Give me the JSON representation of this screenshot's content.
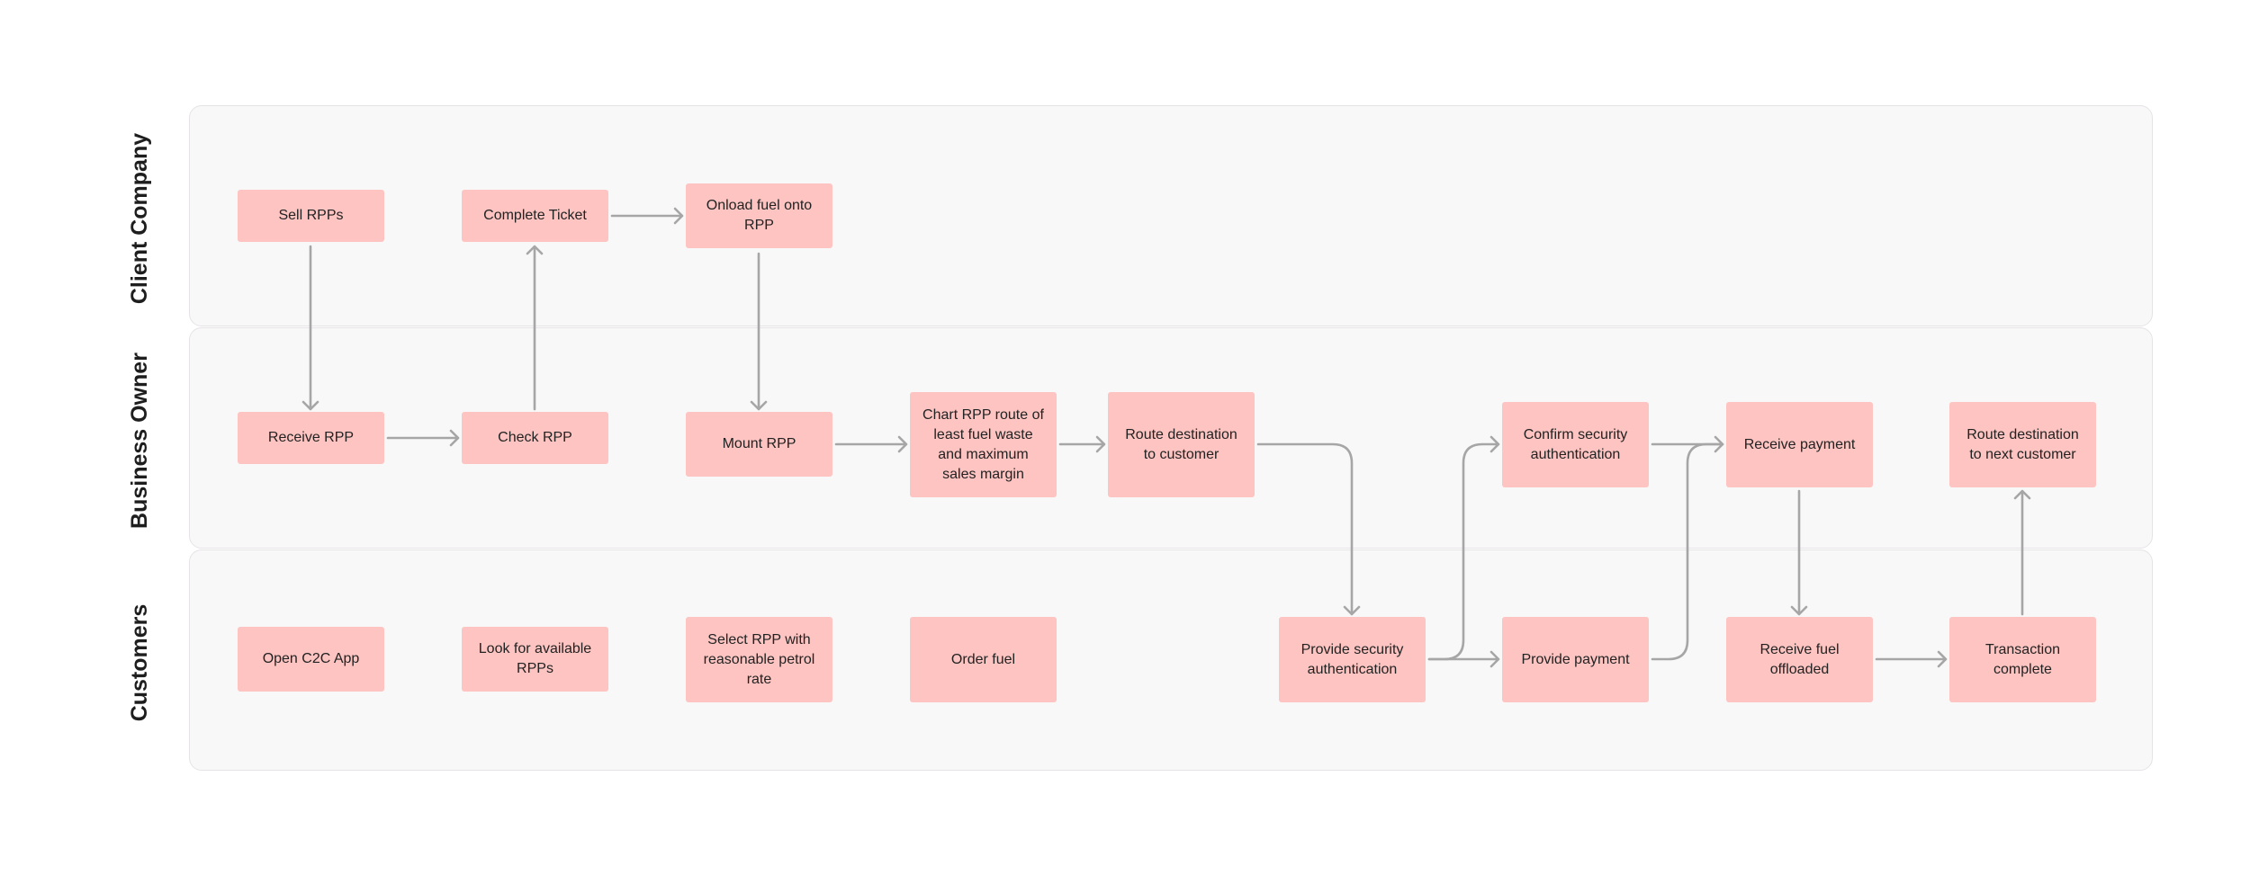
{
  "lanes": {
    "client_company": "Client Company",
    "business_owner": "Business Owner",
    "customers": "Customers"
  },
  "steps": {
    "sell_rpps": "Sell RPPs",
    "complete_ticket": "Complete Ticket",
    "onload_fuel": "Onload fuel onto RPP",
    "receive_rpp": "Receive RPP",
    "check_rpp": "Check RPP",
    "mount_rpp": "Mount RPP",
    "chart_route": "Chart RPP route of least fuel waste and maximum sales margin",
    "route_to_customer": "Route destination to customer",
    "confirm_security": "Confirm security authentication",
    "receive_payment": "Receive payment",
    "route_next_customer": "Route destination to next customer",
    "open_app": "Open C2C App",
    "look_for_rpps": "Look for available RPPs",
    "select_rpp": "Select RPP with reasonable petrol rate",
    "order_fuel": "Order fuel",
    "provide_security": "Provide security authentication",
    "provide_payment": "Provide payment",
    "receive_fuel": "Receive fuel offloaded",
    "transaction_complete": "Transaction complete"
  },
  "colors": {
    "box_fill": "#fdc4c1",
    "lane_fill": "#f9f8f9",
    "arrow": "#a6a6a6"
  }
}
